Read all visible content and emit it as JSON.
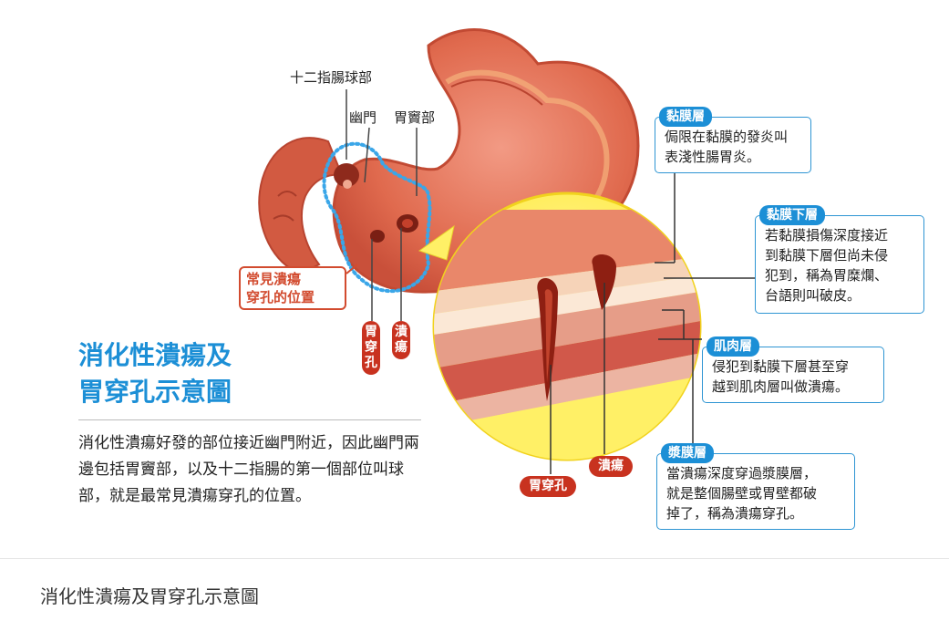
{
  "labels": {
    "duodenal_bulb": "十二指腸球部",
    "pylorus": "幽門",
    "antrum": "胃竇部"
  },
  "badges": {
    "perforation_small": "胃\n穿\n孔",
    "ulcer_small": "潰\n瘍",
    "perforation_large": "胃穿孔",
    "ulcer_large": "潰瘍"
  },
  "common_location": "常見潰瘍\n穿孔的位置",
  "title": "消化性潰瘍及\n胃穿孔示意圖",
  "description": "消化性潰瘍好發的部位接近幽門附近，因此幽門兩邊包括胃竇部，以及十二指腸的第一個部位叫球部，就是最常見潰瘍穿孔的位置。",
  "callouts": [
    {
      "tag": "黏膜層",
      "text": "侷限在黏膜的發炎叫\n表淺性腸胃炎。"
    },
    {
      "tag": "黏膜下層",
      "text": "若黏膜損傷深度接近\n到黏膜下層但尚未侵\n犯到，稱為胃糜爛、\n台語則叫破皮。"
    },
    {
      "tag": "肌肉層",
      "text": "侵犯到黏膜下層甚至穿\n越到肌肉層叫做潰瘍。"
    },
    {
      "tag": "漿膜層",
      "text": "當潰瘍深度穿過漿膜層，\n就是整個腸壁或胃壁都破\n掉了，稱為潰瘍穿孔。"
    }
  ],
  "caption": "消化性潰瘍及胃穿孔示意圖",
  "colors": {
    "accent_blue": "#1c8fd6",
    "accent_red": "#c8321f",
    "stomach": "#e56b4f",
    "zoom_circle": "#fff066"
  }
}
